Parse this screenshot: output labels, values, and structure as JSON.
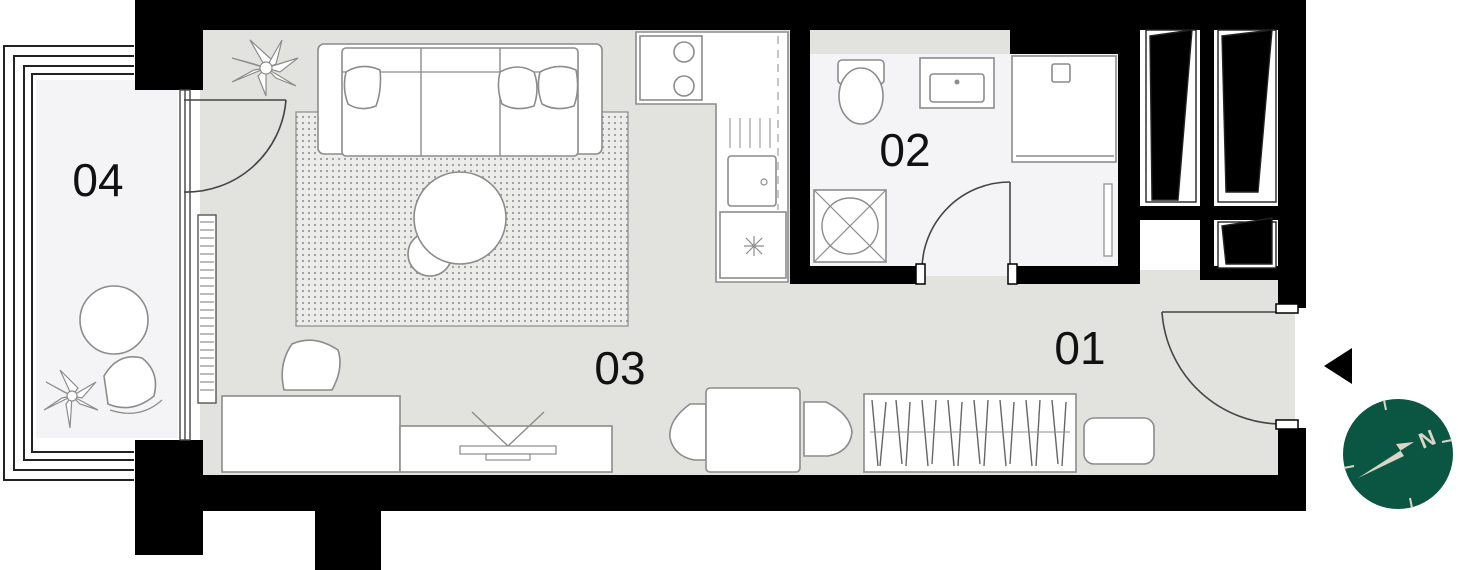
{
  "rooms": [
    {
      "id": "01",
      "label": "01"
    },
    {
      "id": "02",
      "label": "02"
    },
    {
      "id": "03",
      "label": "03"
    },
    {
      "id": "04",
      "label": "04"
    }
  ],
  "compass": {
    "letter": "N",
    "color": "#0b5543",
    "needle_color": "#d8d6c4"
  },
  "colors": {
    "floor": "#e2e3de",
    "bathroom_floor": "#f4f4f6",
    "balcony_floor": "#f4f4f6",
    "walls": "#000000",
    "furniture_stroke": "#8c8c8c"
  }
}
